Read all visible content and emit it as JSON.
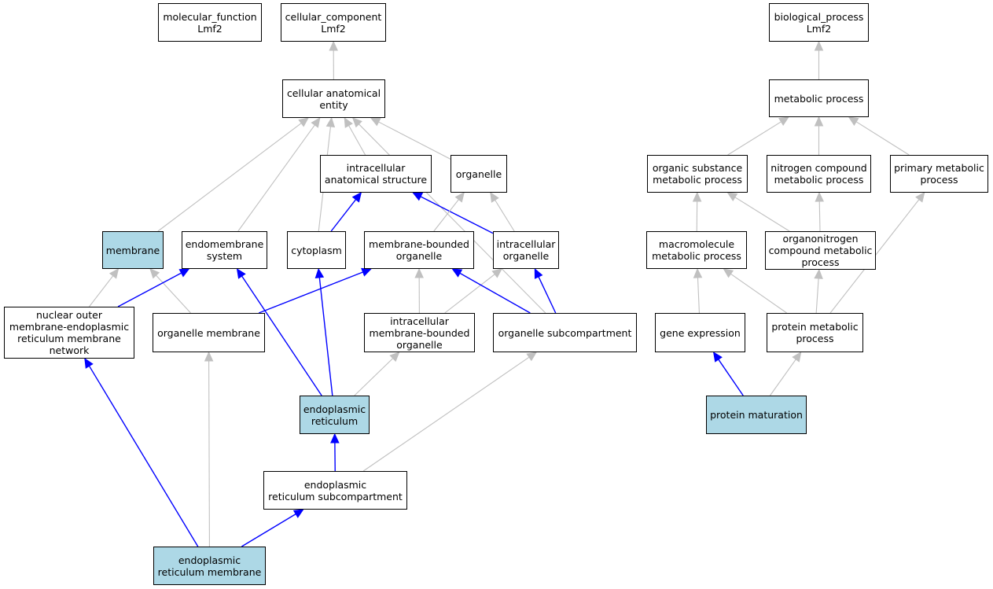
{
  "colors": {
    "highlight_fill": "#add8e6",
    "node_fill": "#ffffff",
    "node_border": "#000000",
    "edge_gray": "#c0c0c0",
    "edge_blue": "#0000ff"
  },
  "nodes": {
    "molecular_function": {
      "label": "molecular_function\nLmf2",
      "highlighted": false
    },
    "cellular_component": {
      "label": "cellular_component\nLmf2",
      "highlighted": false
    },
    "biological_process": {
      "label": "biological_process\nLmf2",
      "highlighted": false
    },
    "cellular_anatomical_entity": {
      "label": "cellular anatomical\nentity",
      "highlighted": false
    },
    "metabolic_process": {
      "label": "metabolic process",
      "highlighted": false
    },
    "intracellular_anatomical_structure": {
      "label": "intracellular\nanatomical structure",
      "highlighted": false
    },
    "organelle": {
      "label": "organelle",
      "highlighted": false
    },
    "organic_substance_metabolic_process": {
      "label": "organic substance\nmetabolic process",
      "highlighted": false
    },
    "nitrogen_compound_metabolic_process": {
      "label": "nitrogen compound\nmetabolic process",
      "highlighted": false
    },
    "primary_metabolic_process": {
      "label": "primary metabolic\nprocess",
      "highlighted": false
    },
    "membrane": {
      "label": "membrane",
      "highlighted": true
    },
    "endomembrane_system": {
      "label": "endomembrane\nsystem",
      "highlighted": false
    },
    "cytoplasm": {
      "label": "cytoplasm",
      "highlighted": false
    },
    "membrane_bounded_organelle": {
      "label": "membrane-bounded\norganelle",
      "highlighted": false
    },
    "intracellular_organelle": {
      "label": "intracellular\norganelle",
      "highlighted": false
    },
    "macromolecule_metabolic_process": {
      "label": "macromolecule\nmetabolic process",
      "highlighted": false
    },
    "organonitrogen_compound_metabolic_process": {
      "label": "organonitrogen\ncompound metabolic\nprocess",
      "highlighted": false
    },
    "nuclear_outer_membrane_er_network": {
      "label": "nuclear outer\nmembrane-endoplasmic\nreticulum membrane\nnetwork",
      "highlighted": false
    },
    "organelle_membrane": {
      "label": "organelle membrane",
      "highlighted": false
    },
    "intracellular_membrane_bounded_organelle": {
      "label": "intracellular\nmembrane-bounded\norganelle",
      "highlighted": false
    },
    "organelle_subcompartment": {
      "label": "organelle subcompartment",
      "highlighted": false
    },
    "gene_expression": {
      "label": "gene expression",
      "highlighted": false
    },
    "protein_metabolic_process": {
      "label": "protein metabolic\nprocess",
      "highlighted": false
    },
    "endoplasmic_reticulum": {
      "label": "endoplasmic\nreticulum",
      "highlighted": true
    },
    "protein_maturation": {
      "label": "protein maturation",
      "highlighted": true
    },
    "er_subcompartment": {
      "label": "endoplasmic\nreticulum subcompartment",
      "highlighted": false
    },
    "er_membrane": {
      "label": "endoplasmic\nreticulum membrane",
      "highlighted": true
    }
  },
  "edges": [
    {
      "from": "cellular_anatomical_entity",
      "to": "cellular_component",
      "color": "gray"
    },
    {
      "from": "metabolic_process",
      "to": "biological_process",
      "color": "gray"
    },
    {
      "from": "intracellular_anatomical_structure",
      "to": "cellular_anatomical_entity",
      "color": "gray"
    },
    {
      "from": "organelle",
      "to": "cellular_anatomical_entity",
      "color": "gray"
    },
    {
      "from": "membrane",
      "to": "cellular_anatomical_entity",
      "color": "gray"
    },
    {
      "from": "endomembrane_system",
      "to": "cellular_anatomical_entity",
      "color": "gray"
    },
    {
      "from": "cytoplasm",
      "to": "cellular_anatomical_entity",
      "color": "gray"
    },
    {
      "from": "organelle_subcompartment",
      "to": "cellular_anatomical_entity",
      "color": "gray"
    },
    {
      "from": "cytoplasm",
      "to": "intracellular_anatomical_structure",
      "color": "blue"
    },
    {
      "from": "intracellular_organelle",
      "to": "intracellular_anatomical_structure",
      "color": "blue"
    },
    {
      "from": "membrane_bounded_organelle",
      "to": "organelle",
      "color": "gray"
    },
    {
      "from": "intracellular_organelle",
      "to": "organelle",
      "color": "gray"
    },
    {
      "from": "nuclear_outer_membrane_er_network",
      "to": "membrane",
      "color": "gray"
    },
    {
      "from": "organelle_membrane",
      "to": "membrane",
      "color": "gray"
    },
    {
      "from": "nuclear_outer_membrane_er_network",
      "to": "endomembrane_system",
      "color": "blue"
    },
    {
      "from": "endoplasmic_reticulum",
      "to": "endomembrane_system",
      "color": "blue"
    },
    {
      "from": "organelle_membrane",
      "to": "membrane_bounded_organelle",
      "color": "blue"
    },
    {
      "from": "intracellular_membrane_bounded_organelle",
      "to": "membrane_bounded_organelle",
      "color": "gray"
    },
    {
      "from": "intracellular_membrane_bounded_organelle",
      "to": "intracellular_organelle",
      "color": "gray"
    },
    {
      "from": "organelle_subcompartment",
      "to": "membrane_bounded_organelle",
      "color": "blue"
    },
    {
      "from": "organelle_subcompartment",
      "to": "intracellular_organelle",
      "color": "blue"
    },
    {
      "from": "endoplasmic_reticulum",
      "to": "cytoplasm",
      "color": "blue"
    },
    {
      "from": "endoplasmic_reticulum",
      "to": "intracellular_membrane_bounded_organelle",
      "color": "gray"
    },
    {
      "from": "er_subcompartment",
      "to": "endoplasmic_reticulum",
      "color": "blue"
    },
    {
      "from": "er_subcompartment",
      "to": "organelle_subcompartment",
      "color": "gray"
    },
    {
      "from": "er_membrane",
      "to": "er_subcompartment",
      "color": "blue"
    },
    {
      "from": "er_membrane",
      "to": "organelle_membrane",
      "color": "gray"
    },
    {
      "from": "er_membrane",
      "to": "nuclear_outer_membrane_er_network",
      "color": "blue"
    },
    {
      "from": "organic_substance_metabolic_process",
      "to": "metabolic_process",
      "color": "gray"
    },
    {
      "from": "nitrogen_compound_metabolic_process",
      "to": "metabolic_process",
      "color": "gray"
    },
    {
      "from": "primary_metabolic_process",
      "to": "metabolic_process",
      "color": "gray"
    },
    {
      "from": "macromolecule_metabolic_process",
      "to": "organic_substance_metabolic_process",
      "color": "gray"
    },
    {
      "from": "organonitrogen_compound_metabolic_process",
      "to": "organic_substance_metabolic_process",
      "color": "gray"
    },
    {
      "from": "organonitrogen_compound_metabolic_process",
      "to": "nitrogen_compound_metabolic_process",
      "color": "gray"
    },
    {
      "from": "gene_expression",
      "to": "macromolecule_metabolic_process",
      "color": "gray"
    },
    {
      "from": "protein_metabolic_process",
      "to": "macromolecule_metabolic_process",
      "color": "gray"
    },
    {
      "from": "protein_metabolic_process",
      "to": "organonitrogen_compound_metabolic_process",
      "color": "gray"
    },
    {
      "from": "protein_metabolic_process",
      "to": "primary_metabolic_process",
      "color": "gray"
    },
    {
      "from": "protein_maturation",
      "to": "gene_expression",
      "color": "blue"
    },
    {
      "from": "protein_maturation",
      "to": "protein_metabolic_process",
      "color": "gray"
    }
  ]
}
